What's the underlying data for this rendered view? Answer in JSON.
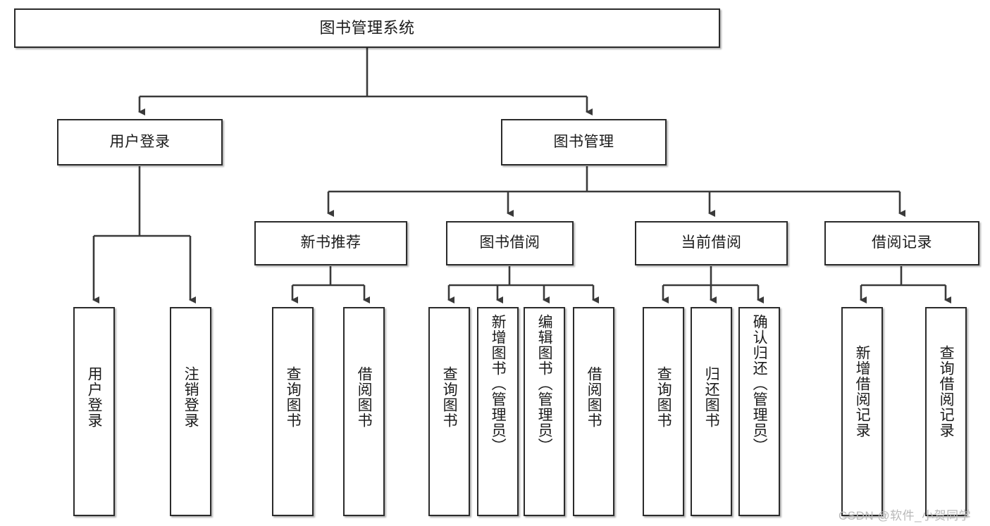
{
  "diagram": {
    "title": "图书管理系统",
    "type": "tree-hierarchy",
    "root": {
      "label": "图书管理系统"
    },
    "level2": [
      {
        "label": "用户登录"
      },
      {
        "label": "图书管理"
      }
    ],
    "level3": [
      {
        "label": "新书推荐"
      },
      {
        "label": "图书借阅"
      },
      {
        "label": "当前借阅"
      },
      {
        "label": "借阅记录"
      }
    ],
    "leaves": {
      "user_login": [
        {
          "label": "用户登录"
        },
        {
          "label": "注销登录"
        }
      ],
      "new_book_recommend": [
        {
          "label": "查询图书"
        },
        {
          "label": "借阅图书"
        }
      ],
      "book_borrow": [
        {
          "label": "查询图书"
        },
        {
          "label": "新增图书（管理员）"
        },
        {
          "label": "编辑图书（管理员）"
        },
        {
          "label": "借阅图书"
        }
      ],
      "current_borrow": [
        {
          "label": "查询图书"
        },
        {
          "label": "归还图书"
        },
        {
          "label": "确认归还（管理员）"
        }
      ],
      "borrow_record": [
        {
          "label": "新增借阅记录"
        },
        {
          "label": "查询借阅记录"
        }
      ]
    },
    "watermark": "CSDN @软件_小贺同学",
    "colors": {
      "box_border": "#2b2b2b",
      "box_fill": "#ffffff",
      "connector": "#3a3a3a",
      "text": "#1b1b1b",
      "watermark": "#b9b9b9"
    }
  }
}
